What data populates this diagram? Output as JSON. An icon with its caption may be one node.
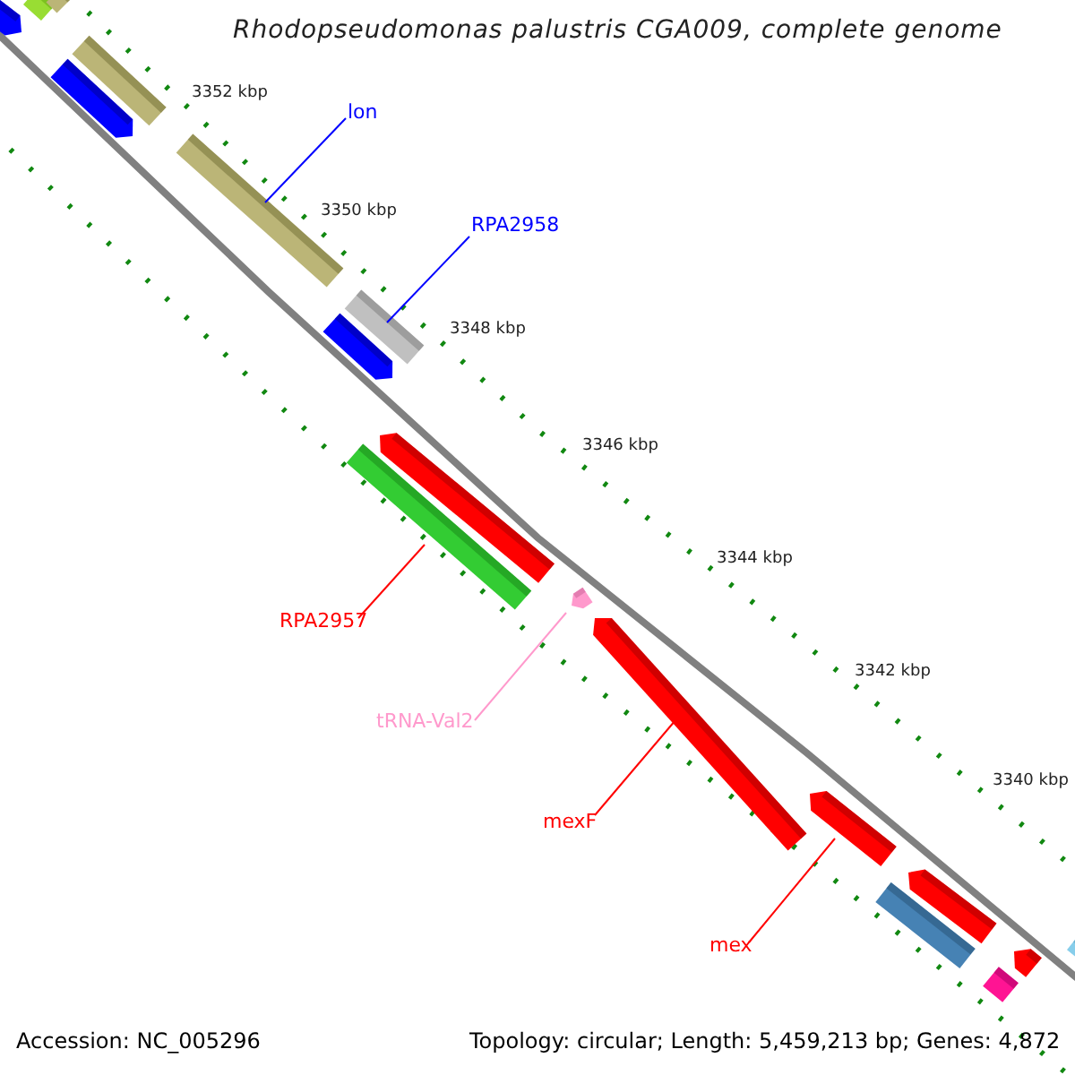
{
  "diagram": {
    "title": "Rhodopseudomonas palustris CGA009, complete genome",
    "nodes": [
      {
        "text": [
          "lon"
        ]
      },
      {
        "text": [],
        "shape": "bar"
      },
      {
        "text": [
          "RPA2958"
        ]
      },
      {
        "text": [],
        "shape": "bar"
      },
      {
        "text": [
          "RPA2957"
        ]
      },
      {
        "text": [],
        "shape": "bar"
      },
      {
        "text": [
          "tRNA-Val2"
        ]
      },
      {
        "text": [],
        "shape": "bar"
      },
      {
        "text": [
          "mexF"
        ]
      },
      {
        "text": [],
        "shape": "bar"
      },
      {
        "text": [
          "mex"
        ]
      },
      {
        "text": [],
        "shape": "bar"
      },
      {
        "text": [],
        "shape": "bar"
      },
      {
        "text": [],
        "shape": "bar"
      },
      {
        "text": [],
        "shape": "bar"
      },
      {
        "text": [],
        "shape": "bar"
      },
      {
        "text": [],
        "shape": "bar"
      },
      {
        "text": [],
        "shape": "bar"
      },
      {
        "text": [],
        "shape": "bar"
      },
      {
        "text": [],
        "shape": "bar"
      },
      {
        "text": [],
        "shape": "bar"
      },
      {
        "text": [],
        "shape": "bar"
      },
      {
        "text": [],
        "shape": "bar"
      },
      {
        "text": [],
        "shape": "bar"
      }
    ],
    "edges": [
      {
        "from": 0,
        "to": 1,
        "arrow": "none",
        "color": "#0000ff"
      },
      {
        "from": 2,
        "to": 3,
        "arrow": "none",
        "color": "#0000ff"
      },
      {
        "from": 4,
        "to": 5,
        "arrow": "none"
      },
      {
        "from": 6,
        "to": 7,
        "arrow": "none",
        "color": "#ff99cc"
      },
      {
        "from": 8,
        "to": 9,
        "arrow": "none"
      },
      {
        "from": 10,
        "to": 11,
        "arrow": "none"
      }
    ],
    "labels": [
      "3352 kbp",
      "3350 kbp",
      "3348 kbp",
      "3346 kbp",
      "3344 kbp",
      "3342 kbp",
      "3340 kbp",
      "Accession: NC_005296",
      "Topology: circular; Length: 5,459,213 bp; Genes: 4,872"
    ]
  }
}
